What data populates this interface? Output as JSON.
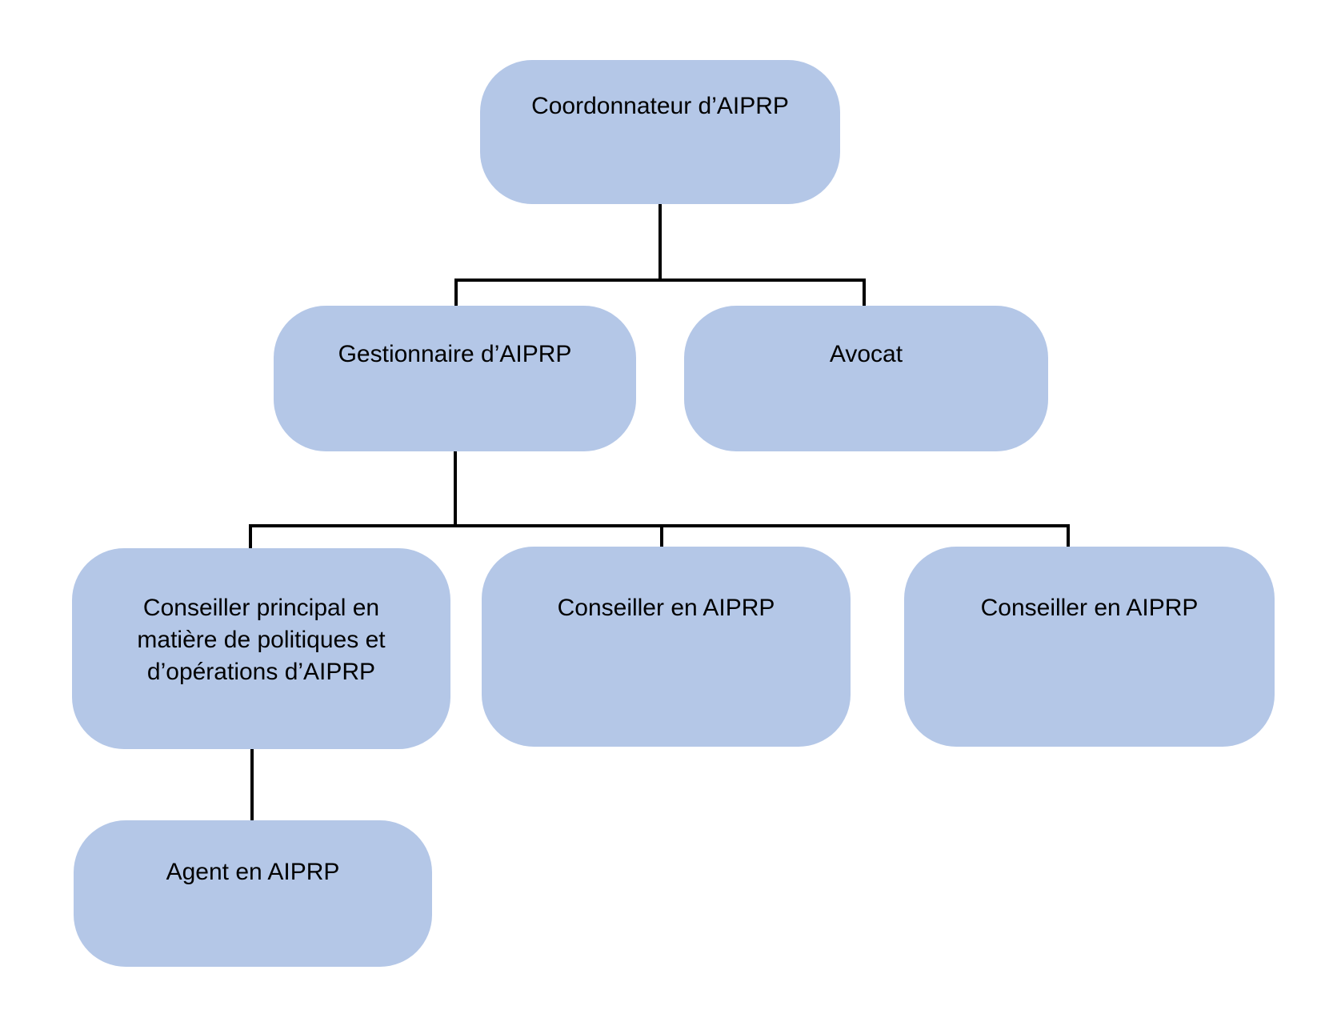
{
  "diagram": {
    "type": "org-chart",
    "style": {
      "node_fill": "#b4c7e7",
      "connector_color": "#000000",
      "background": "#ffffff",
      "text_color": "#000000"
    },
    "nodes": [
      {
        "id": "coordonnateur",
        "label": "Coordonnateur d’AIPRP",
        "level": 1,
        "reports_to": null
      },
      {
        "id": "gestionnaire",
        "label": "Gestionnaire d’AIPRP",
        "level": 2,
        "reports_to": "coordonnateur"
      },
      {
        "id": "avocat",
        "label": "Avocat",
        "level": 2,
        "reports_to": "coordonnateur"
      },
      {
        "id": "conseiller-principal",
        "label": "Conseiller principal en matière de politiques et d’opérations d’AIPRP",
        "label_lines": [
          "Conseiller principal en",
          "matière de politiques et",
          "d’opérations d’AIPRP"
        ],
        "level": 3,
        "reports_to": "gestionnaire"
      },
      {
        "id": "conseiller-aiprp-1",
        "label": "Conseiller en AIPRP",
        "level": 3,
        "reports_to": "gestionnaire"
      },
      {
        "id": "conseiller-aiprp-2",
        "label": "Conseiller en AIPRP",
        "level": 3,
        "reports_to": "gestionnaire"
      },
      {
        "id": "agent",
        "label": "Agent en AIPRP",
        "level": 4,
        "reports_to": "conseiller-principal"
      }
    ]
  }
}
